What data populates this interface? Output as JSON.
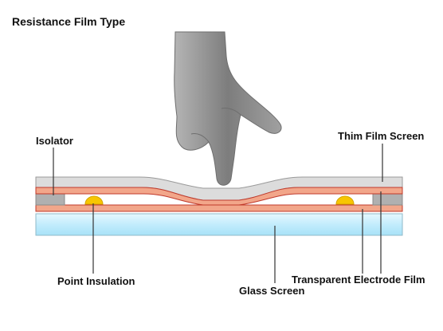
{
  "title": "Resistance Film Type",
  "labels": {
    "isolator": "Isolator",
    "thin_film_screen": "Thim Film Screen",
    "point_insulation": "Point Insulation",
    "glass_screen": "Glass Screen",
    "transparent_electrode_film": "Transparent Electrode Film"
  },
  "icons": {
    "hand": "pointing-finger-icon"
  },
  "colors": {
    "thin_film": "#dcdcdc",
    "electrode": "#f2a68a",
    "electrode_edge": "#c0392b",
    "glass": "#bfe9fb",
    "isolator": "#b0b0b0",
    "dot": "#f7c600",
    "hand": "#8a8a8a"
  }
}
